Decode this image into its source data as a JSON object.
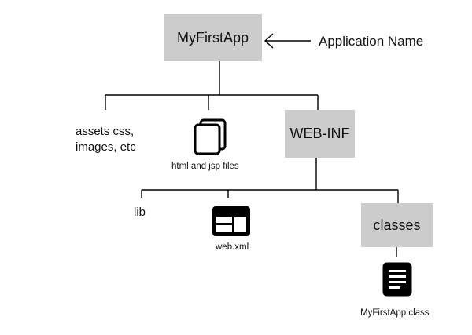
{
  "root": {
    "label": "MyFirstApp",
    "annotation": "Application Name"
  },
  "level1": {
    "assets_line1": "assets css,",
    "assets_line2": "images, etc",
    "html_jsp": "html and jsp files",
    "web_inf": "WEB-INF"
  },
  "level2": {
    "lib": "lib",
    "web_xml": "web.xml",
    "classes": "classes"
  },
  "level3": {
    "class_file": "MyFirstApp.class"
  },
  "icons": {
    "pages": "pages-stack-icon",
    "web_xml": "xml-layout-icon",
    "class_file": "document-icon"
  },
  "colors": {
    "box_fill": "#cccccc",
    "lines": "#000000",
    "icon": "#000000"
  }
}
